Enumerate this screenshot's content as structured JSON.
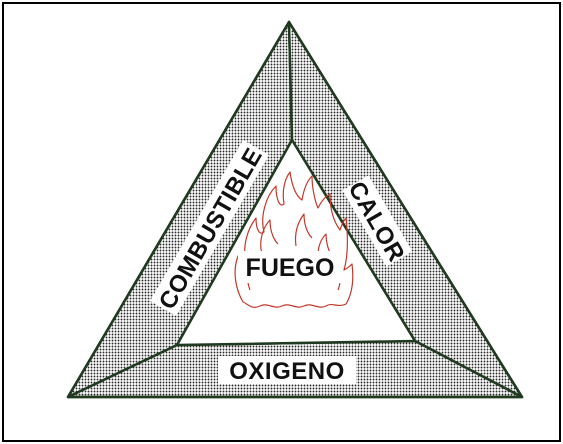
{
  "fire_triangle": {
    "center_label": "FUEGO",
    "sides": {
      "left": "COMBUSTIBLE",
      "right": "CALOR",
      "bottom": "OXIGENO"
    }
  },
  "colors": {
    "border": "#000000",
    "outline": "#1f3a1f",
    "dots": "#2a2a2a",
    "label_bg": "#ffffff",
    "text": "#111111",
    "flame": "#c0392b"
  }
}
